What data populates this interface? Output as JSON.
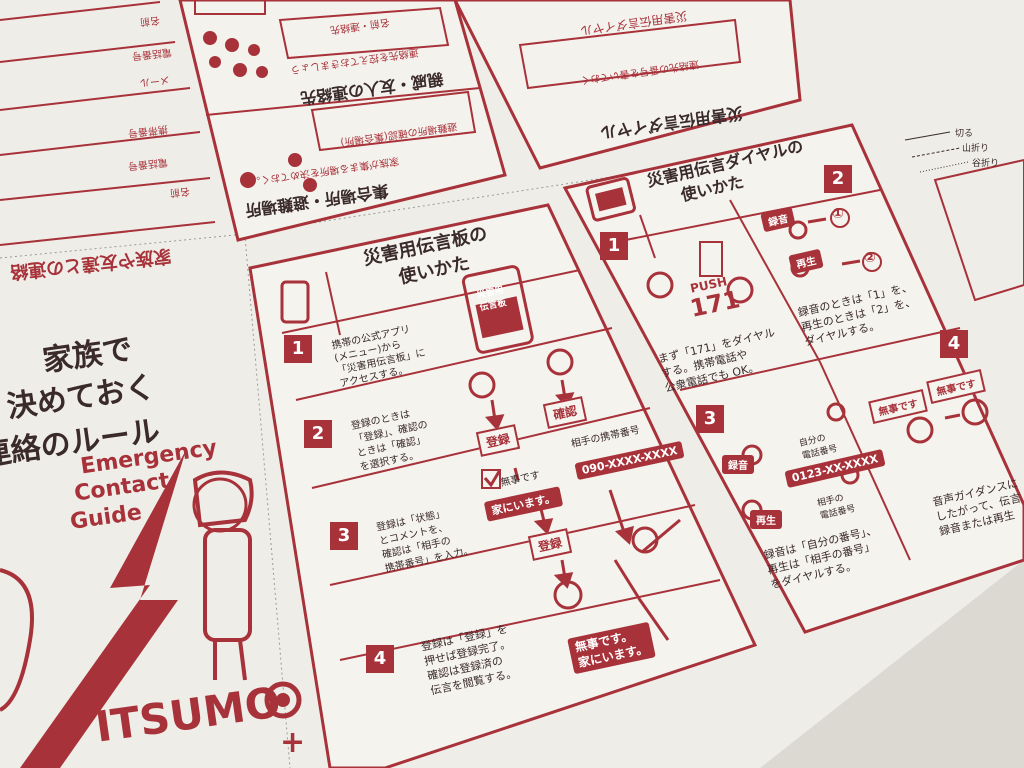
{
  "left_page": {
    "top_flipped_heading": "家族や友達との連絡",
    "form_labels_flipped": [
      "名前",
      "電話番号",
      "携帯番号",
      "メール",
      "名前",
      "電話番号"
    ],
    "title_lines": [
      "家族で",
      "決めておく",
      "連絡のルール"
    ],
    "subtitle_lines": [
      "Emergency",
      "Contact",
      "Guide"
    ],
    "brand_text": "ITSUMO"
  },
  "upper_flipped": {
    "meeting_title": "集合場所・避難場所",
    "meeting_text": "家族が集まる場所を決めておく。",
    "meeting_box_label": "避難場所の確認(集合場所)",
    "relatives_title": "親戚・友人の連絡先",
    "relatives_text": "連絡先を控えておきましょう",
    "relatives_box_label": "名前・連絡先",
    "dial_title": "災害用伝言ダイヤル",
    "dial_text": "災害用伝言ダイヤル",
    "dial_box_label": "連絡先の番号を書いておく"
  },
  "board_panel": {
    "title_lines": [
      "災害用伝言板の",
      "使いかた"
    ],
    "device_label": "災害用\n伝言板",
    "steps": [
      {
        "num": "1",
        "text": [
          "携帯の公式アプリ",
          "(メニュー)から",
          "「災害用伝言板」に",
          "アクセスする。"
        ]
      },
      {
        "num": "2",
        "text": [
          "登録のときは",
          "「登録」、確認の",
          "ときは「確認」",
          "を選択する。"
        ]
      },
      {
        "num": "3",
        "text": [
          "登録は「状態」",
          "とコメントを、",
          "確認は「相手の",
          "携帯番号」を入力。"
        ]
      },
      {
        "num": "4",
        "text": [
          "登録は「登録」を",
          "押せば登録完了。",
          "確認は登録済の",
          "伝言を閲覧する。"
        ]
      }
    ],
    "btn_register": "登録",
    "btn_confirm": "確認",
    "partner_number_label": "相手の携帯番号",
    "checkbox_label": "無事です",
    "at_home": "家にいます。",
    "partner_number": "090-XXXX-XXXX",
    "btn_register2": "登録",
    "bubble_lines": [
      "無事です。",
      "家にいます。"
    ]
  },
  "dial_panel": {
    "title_lines": [
      "災害用伝言ダイヤルの",
      "使いかた"
    ],
    "step1_num": "1",
    "push_label": "PUSH",
    "push_number": "171",
    "step1_text": [
      "まず「171」をダイヤル",
      "する。携帯電話や",
      "公衆電話でも OK。"
    ],
    "step2_num": "2",
    "rec_label": "録音",
    "rec_num": "①",
    "play_label": "再生",
    "play_num": "②",
    "step2_text": [
      "録音のときは「1」を、",
      "再生のときは「2」を、",
      "ダイヤルする。"
    ],
    "step3_num": "3",
    "own_number_label": "自分の\n電話番号",
    "example_number": "0123-XX-XXXX",
    "partner_number_label": "相手の\n電話番号",
    "step3_rec": "録音",
    "step3_play": "再生",
    "step3_text": [
      "録音は「自分の番号」、",
      "再生は「相手の番号」",
      "をダイヤルする。"
    ],
    "step4_num": "4",
    "bubble1": "無事です",
    "bubble2": "無事です",
    "step4_text": [
      "音声ガイダンスに",
      "したがって、伝言",
      "録音または再生"
    ]
  },
  "right_legend": {
    "cut": "切る",
    "mountain": "山折り",
    "valley": "谷折り"
  },
  "colors": {
    "accent": "#a8323a",
    "paper": "#f3f1ec",
    "ink": "#3a2a2b"
  }
}
